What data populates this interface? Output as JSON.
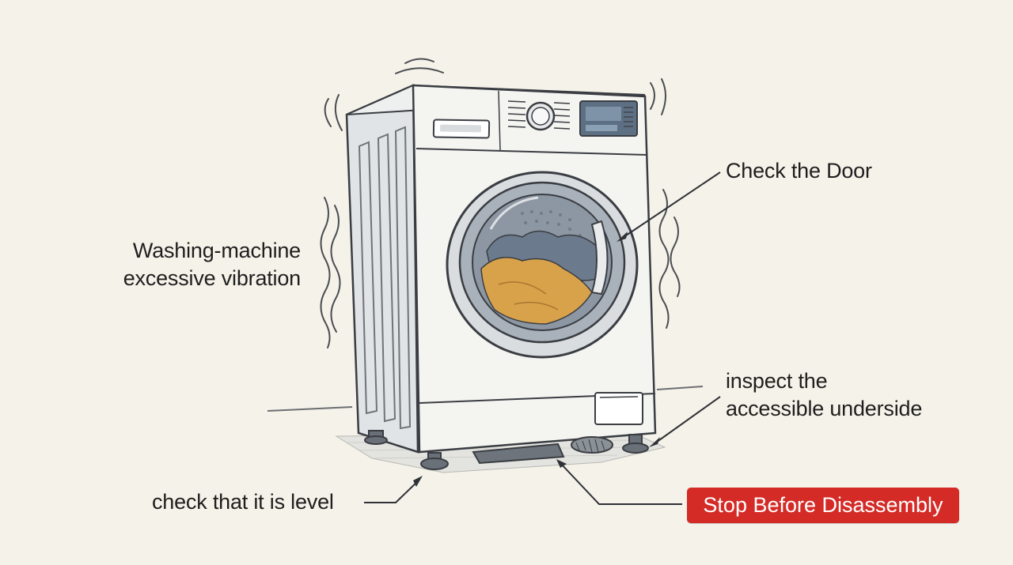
{
  "labels": {
    "vibration": [
      "Washing-machine",
      "excessive vibration"
    ],
    "door": "Check the Door",
    "underside": [
      "inspect the",
      "accessible underside"
    ],
    "level": "check that it is level",
    "stop": "Stop Before Disassembly"
  },
  "colors": {
    "background": "#f5f2e9",
    "line": "#3a3d42",
    "machine_body": "#f4f4f1",
    "machine_side": "#e1e4e6",
    "laundry": "#d8a24a",
    "clothes": "#6b7a8c",
    "stop_badge": "#d42b27"
  }
}
